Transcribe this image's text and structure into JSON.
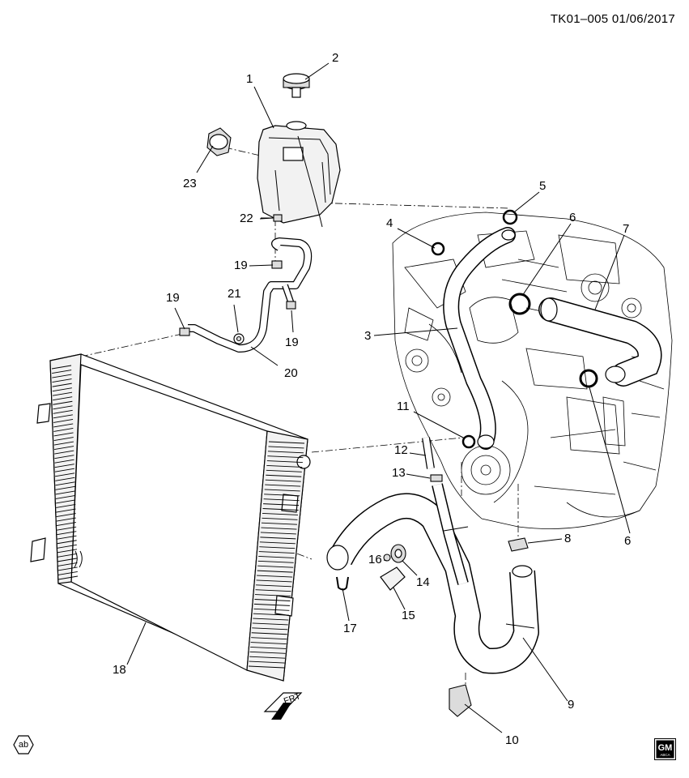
{
  "document_id": "TK01–005 01/06/2017",
  "callouts": [
    {
      "id": "c1",
      "label": "1"
    },
    {
      "id": "c2",
      "label": "2"
    },
    {
      "id": "c23",
      "label": "23"
    },
    {
      "id": "c22",
      "label": "22"
    },
    {
      "id": "c5",
      "label": "5"
    },
    {
      "id": "c4",
      "label": "4"
    },
    {
      "id": "c6a",
      "label": "6"
    },
    {
      "id": "c7",
      "label": "7"
    },
    {
      "id": "c19a",
      "label": "19"
    },
    {
      "id": "c21",
      "label": "21"
    },
    {
      "id": "c19b",
      "label": "19"
    },
    {
      "id": "c19c",
      "label": "19"
    },
    {
      "id": "c3",
      "label": "3"
    },
    {
      "id": "c20",
      "label": "20"
    },
    {
      "id": "c11",
      "label": "11"
    },
    {
      "id": "c12",
      "label": "12"
    },
    {
      "id": "c13",
      "label": "13"
    },
    {
      "id": "c6b",
      "label": "6"
    },
    {
      "id": "c8",
      "label": "8"
    },
    {
      "id": "c16",
      "label": "16"
    },
    {
      "id": "c14",
      "label": "14"
    },
    {
      "id": "c17",
      "label": "17"
    },
    {
      "id": "c15",
      "label": "15"
    },
    {
      "id": "c18",
      "label": "18"
    },
    {
      "id": "c9",
      "label": "9"
    },
    {
      "id": "c10",
      "label": "10"
    }
  ],
  "badges": {
    "ab": "ab",
    "gm_top": "GM",
    "gm_bottom": "ABCA"
  },
  "frt_label": "FRT"
}
